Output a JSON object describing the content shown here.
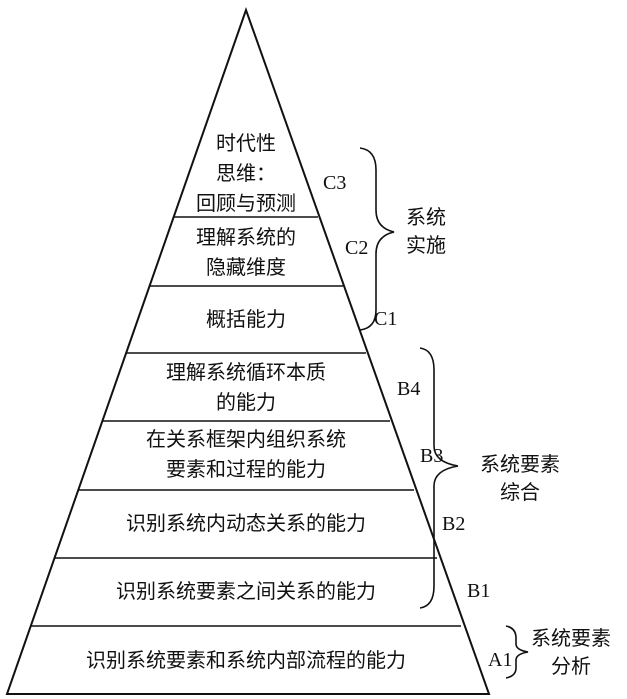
{
  "levels": [
    {
      "code": "C3",
      "text": "时代性\n思维：\n回顾与预测"
    },
    {
      "code": "C2",
      "text": "理解系统的\n隐藏维度"
    },
    {
      "code": "C1",
      "text": "概括能力"
    },
    {
      "code": "B4",
      "text": "理解系统循环本质\n的能力"
    },
    {
      "code": "B3",
      "text": "在关系框架内组织系统\n要素和过程的能力"
    },
    {
      "code": "B2",
      "text": "识别系统内动态关系的能力"
    },
    {
      "code": "B1",
      "text": "识别系统要素之间关系的能力"
    },
    {
      "code": "A1",
      "text": "识别系统要素和系统内部流程的能力"
    }
  ],
  "groups": [
    {
      "label": "系统\n实施",
      "spans": [
        "C3",
        "C2",
        "C1"
      ]
    },
    {
      "label": "系统要素\n综合",
      "spans": [
        "B4",
        "B3",
        "B2",
        "B1"
      ]
    },
    {
      "label": "系统要素\n分析",
      "spans": [
        "A1"
      ]
    }
  ]
}
